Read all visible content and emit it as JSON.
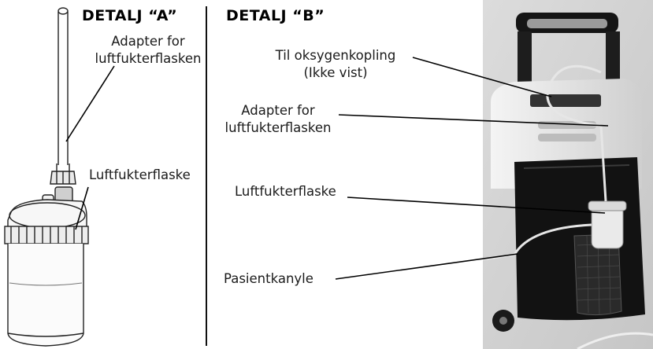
{
  "detail_a": {
    "heading": "DETALJ “A”",
    "adapter_label_line1": "Adapter for",
    "adapter_label_line2": "luftfukterflasken",
    "humidifier_label": "Luftfukterflaske"
  },
  "detail_b": {
    "heading": "DETALJ “B”",
    "oxygen_label_line1": "Til oksygenkopling",
    "oxygen_label_line2": "(Ikke vist)",
    "adapter_label_line1": "Adapter for",
    "adapter_label_line2": "luftfukterflasken",
    "humidifier_label": "Luftfukterflaske",
    "cannula_label": "Pasientkanyle"
  }
}
